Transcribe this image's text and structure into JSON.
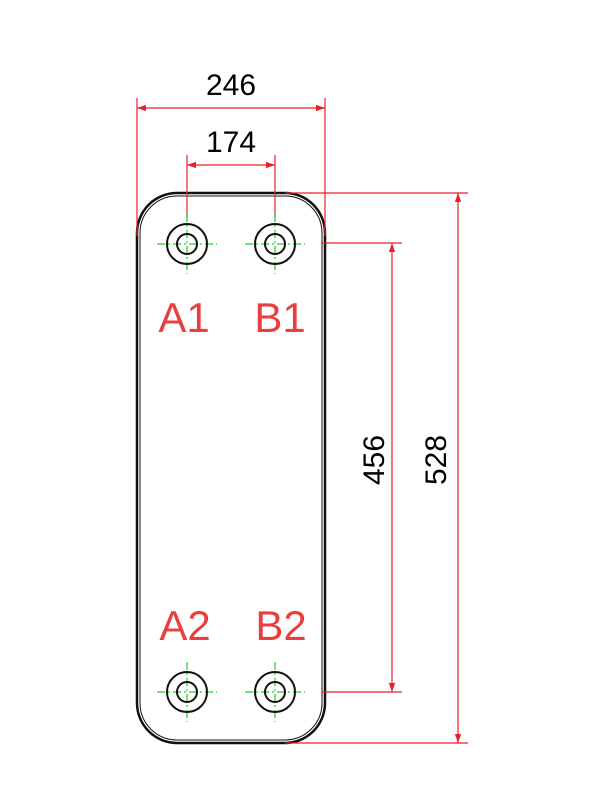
{
  "colors": {
    "dimension_line": "#e8202a",
    "centerline": "#22cc22",
    "outline": "#111111",
    "port_label": "#e84040"
  },
  "dimensions": {
    "overall_width": "246",
    "port_spacing_horizontal": "174",
    "port_spacing_vertical": "456",
    "overall_height": "528"
  },
  "ports": {
    "top_left": "A1",
    "top_right": "B1",
    "bottom_left": "A2",
    "bottom_right": "B2"
  }
}
